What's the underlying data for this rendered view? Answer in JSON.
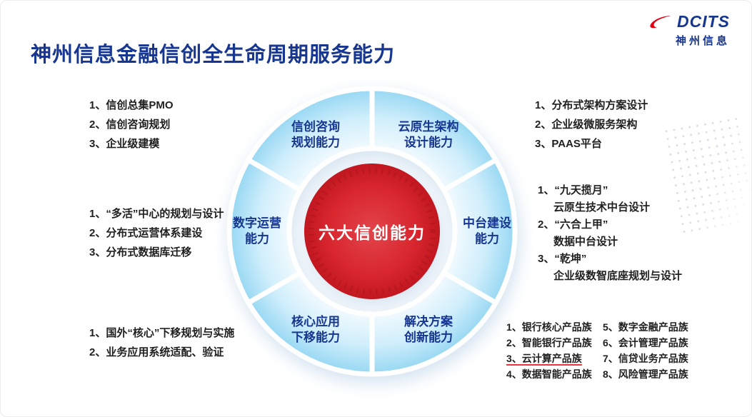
{
  "page": {
    "title": "神州信息金融信创全生命周期服务能力"
  },
  "logo": {
    "brand": "DCITS",
    "brand_cn": "神州信息",
    "swoosh_color": "#e60012",
    "brand_color": "#17368f"
  },
  "center": {
    "label": "六大信创能力",
    "color": "#d0191f"
  },
  "segments": [
    {
      "id": "consulting",
      "line1": "信创咨询",
      "line2": "规划能力"
    },
    {
      "id": "cloud-native",
      "line1": "云原生架构",
      "line2": "设计能力"
    },
    {
      "id": "middle-platform",
      "line1": "中台建设",
      "line2": "能力"
    },
    {
      "id": "solution",
      "line1": "解决方案",
      "line2": "创新能力"
    },
    {
      "id": "core-app",
      "line1": "核心应用",
      "line2": "下移能力"
    },
    {
      "id": "digital-ops",
      "line1": "数字运营",
      "line2": "能力"
    }
  ],
  "lists": {
    "consulting": {
      "items": [
        "1、信创总集PMO",
        "2、信创咨询规划",
        "3、企业级建模"
      ]
    },
    "cloud_native": {
      "items": [
        "1、分布式架构方案设计",
        "2、企业级微服务架构",
        "3、PAAS平台"
      ]
    },
    "digital_ops": {
      "items": [
        "1、“多活”中心的规划与设计",
        "2、分布式运营体系建设",
        "3、分布式数据库迁移"
      ]
    },
    "middle_platform": {
      "items": [
        {
          "main": "1、“九天揽月”",
          "sub": "云原生技术中台设计"
        },
        {
          "main": "2、“六合上甲”",
          "sub": "数据中台设计"
        },
        {
          "main": "3、“乾坤”",
          "sub": "企业级数智底座规划与设计"
        }
      ]
    },
    "core_app": {
      "items": [
        "1、国外“核心”下移规划与实施",
        "2、业务应用系统适配、验证"
      ]
    },
    "solution": {
      "col1": [
        "1、银行核心产品族",
        "2、智能银行产品族",
        "3、云计算产品族",
        "4、数据智能产品族"
      ],
      "col2": [
        "5、数字金融产品族",
        "6、会计管理产品族",
        "7、信贷业务产品族",
        "8、风险管理产品族"
      ]
    }
  }
}
